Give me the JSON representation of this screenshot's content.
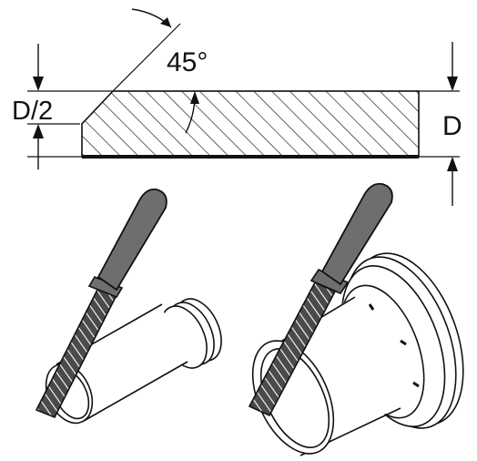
{
  "diagram": {
    "angle_label": "45°",
    "half_thickness_label": "D/2",
    "thickness_label": "D"
  },
  "illustrations": [
    {
      "name": "file-chamfering-small-pipe"
    },
    {
      "name": "file-chamfering-flanged-pipe"
    }
  ],
  "colors": {
    "ink": "#111111",
    "handle": "#6e6e6e",
    "rasp": "#5a5a5a",
    "paper": "#ffffff"
  }
}
